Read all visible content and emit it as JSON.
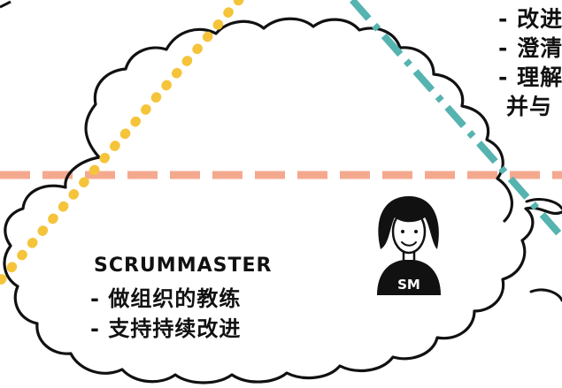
{
  "scrummaster": {
    "title": "SCRUMMASTER",
    "items": [
      "- 做组织的教练",
      "- 支持持续改进"
    ]
  },
  "right_panel": {
    "items": [
      "- 改进",
      "- 澄清",
      "- 理解",
      "并与"
    ]
  },
  "character": {
    "badge": "SM"
  },
  "colors": {
    "cloud_outline": "#111111",
    "salmon_dash": "#f4a98f",
    "yellow_dots": "#f5c43b",
    "teal_dash": "#55b3b0"
  }
}
